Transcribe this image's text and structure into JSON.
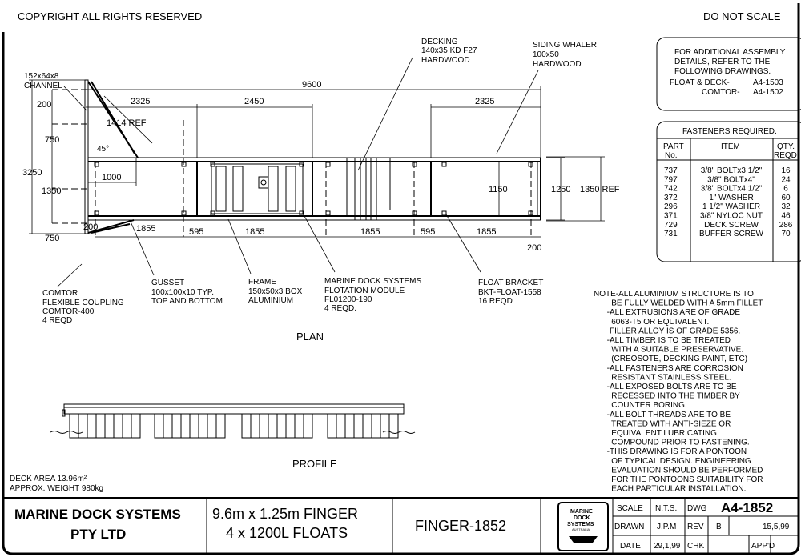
{
  "header": {
    "copyright": "COPYRIGHT ALL RIGHTS RESERVED",
    "scale_note": "DO NOT SCALE"
  },
  "plan": {
    "title": "PLAN",
    "dimensions": {
      "overall": "9600",
      "left_bay": "2325",
      "mid_bay": "2450",
      "right_bay": "2325",
      "diag": "1414 REF",
      "angle": "45°",
      "inset": "1000",
      "end_offset": "200",
      "left_total": "3250",
      "left_top": "750",
      "left_mid": "1350",
      "left_bot": "750",
      "left_200": "200",
      "float_1": "1855",
      "gap_1": "595",
      "float_2": "1855",
      "float_3": "1855",
      "gap_2": "595",
      "float_4": "1855",
      "end_200": "200",
      "inner_width": "1150",
      "width": "1250",
      "width_ref": "1350 REF"
    },
    "callouts": {
      "channel": [
        "152x64x8",
        "CHANNEL"
      ],
      "decking": [
        "DECKING",
        "140x35 KD F27",
        "HARDWOOD"
      ],
      "whaler": [
        "SIDING WHALER",
        "100x50",
        "HARDWOOD"
      ],
      "comtor": [
        "COMTOR",
        "FLEXIBLE COUPLING",
        "COMTOR-400",
        "4 REQD"
      ],
      "gusset": [
        "GUSSET",
        "100x100x10 TYP.",
        "TOP AND BOTTOM"
      ],
      "frame": [
        "FRAME",
        "150x50x3 BOX",
        "ALUMINIUM"
      ],
      "module": [
        "MARINE DOCK SYSTEMS",
        "FLOTATION MODULE",
        "FL01200-190",
        "4 REQD."
      ],
      "bracket": [
        "FLOAT BRACKET",
        "BKT-FLOAT-1558",
        "16 REQD"
      ]
    }
  },
  "profile": {
    "title": "PROFILE"
  },
  "summary": {
    "deck_area": "DECK AREA 13.96m²",
    "weight": "APPROX. WEIGHT  980kg"
  },
  "assembly": {
    "lines": [
      "FOR ADDITIONAL ASSEMBLY",
      "DETAILS, REFER TO THE",
      "FOLLOWING DRAWINGS."
    ],
    "refs": [
      {
        "label": "FLOAT & DECK-",
        "dwg": "A4-1503"
      },
      {
        "label": "COMTOR-",
        "dwg": "A4-1502"
      }
    ]
  },
  "fasteners": {
    "title": "FASTENERS REQUIRED.",
    "headers": {
      "part": [
        "PART",
        "No."
      ],
      "item": "ITEM",
      "qty": [
        "QTY.",
        "REQD"
      ]
    },
    "rows": [
      {
        "part": "737",
        "item": "3/8\" BOLTx3 1/2\"",
        "qty": "16"
      },
      {
        "part": "797",
        "item": "3/8\" BOLTx4\"",
        "qty": "24"
      },
      {
        "part": "742",
        "item": "3/8\" BOLTx4 1/2\"",
        "qty": "6"
      },
      {
        "part": "372",
        "item": "1\" WASHER",
        "qty": "60"
      },
      {
        "part": "296",
        "item": "1 1/2\" WASHER",
        "qty": "32"
      },
      {
        "part": "371",
        "item": "3/8\" NYLOC NUT",
        "qty": "46"
      },
      {
        "part": "729",
        "item": "DECK SCREW",
        "qty": "286"
      },
      {
        "part": "731",
        "item": "BUFFER SCREW",
        "qty": "70"
      }
    ]
  },
  "notes": [
    "NOTE-ALL ALUMINIUM STRUCTURE IS TO",
    "        BE FULLY WELDED WITH A 5mm FILLET",
    "      -ALL EXTRUSIONS ARE OF GRADE",
    "        6063-T5 OR EQUIVALENT.",
    "      -FILLER ALLOY IS OF GRADE 5356.",
    "      -ALL TIMBER IS TO BE TREATED",
    "        WITH A SUITABLE PRESERVATIVE.",
    "        (CREOSOTE, DECKING PAINT, ETC)",
    "      -ALL FASTENERS ARE CORROSION",
    "        RESISTANT STAINLESS STEEL.",
    "      -ALL EXPOSED BOLTS ARE TO BE",
    "        RECESSED INTO THE TIMBER BY",
    "        COUNTER BORING.",
    "      -ALL BOLT THREADS ARE TO BE",
    "        TREATED WITH ANTI-SIEZE OR",
    "        EQUIVALENT LUBRICATING",
    "        COMPOUND PRIOR TO FASTENING.",
    "      -THIS DRAWING IS FOR A PONTOON",
    "        OF TYPICAL DESIGN. ENGINEERING",
    "        EVALUATION SHOULD BE PERFORMED",
    "        FOR THE PONTOONS SUITABILITY FOR",
    "        EACH PARTICULAR INSTALLATION."
  ],
  "title_block": {
    "company": [
      "MARINE DOCK SYSTEMS",
      "PTY LTD"
    ],
    "description": [
      "9.6m x 1.25m FINGER",
      "4 x 1200L FLOATS"
    ],
    "drawing_name": "FINGER-1852",
    "logo": [
      "MARINE",
      "DOCK",
      "SYSTEMS",
      "AUSTRALIA"
    ],
    "scale_label": "SCALE",
    "scale": "N.T.S.",
    "drawn_label": "DRAWN",
    "drawn": "J.P.M",
    "date_label": "DATE",
    "date": "29,1,99",
    "dwg_label": "DWG",
    "dwg": "A4-1852",
    "rev_label": "REV",
    "rev": "B",
    "rev_date": "15,5,99",
    "chk_label": "CHK",
    "appd_label": "APP'D"
  }
}
